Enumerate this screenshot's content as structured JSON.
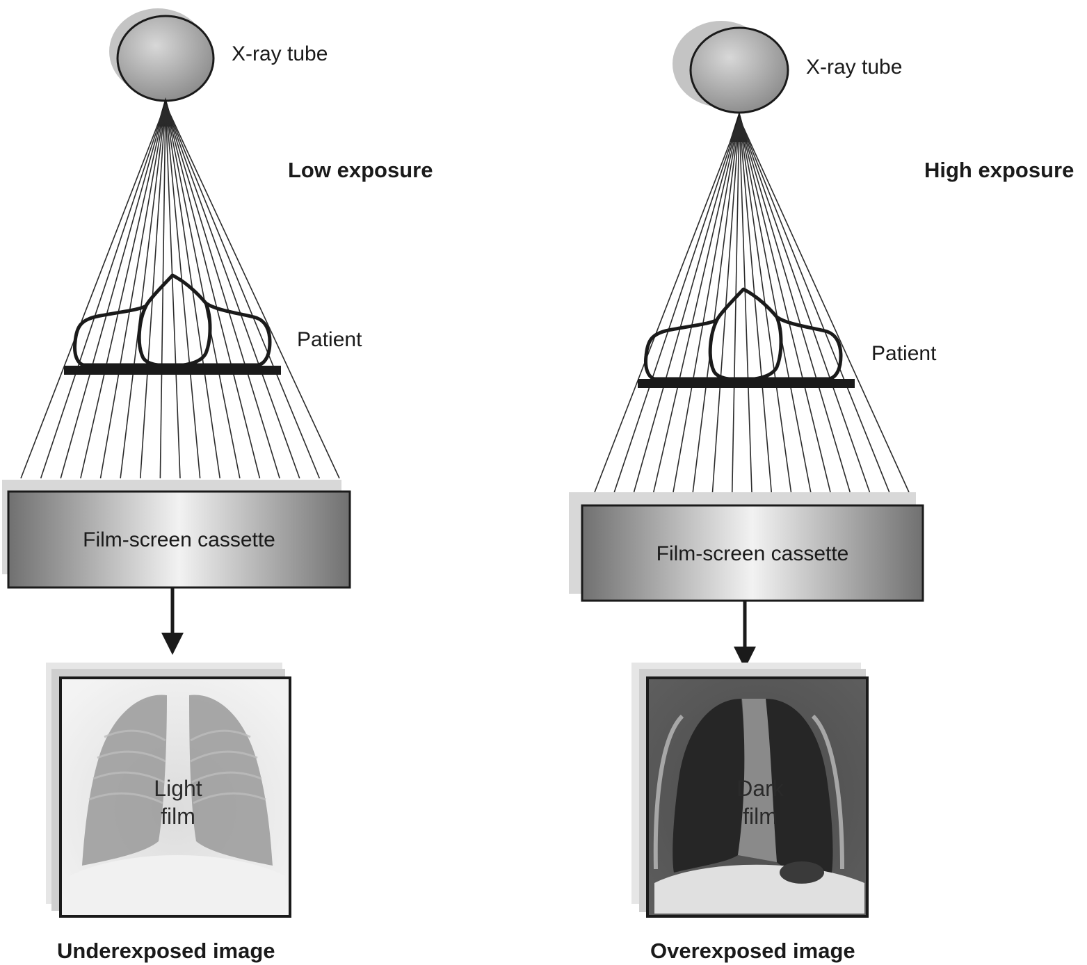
{
  "panels": [
    {
      "id": "low",
      "tube_label": "X-ray tube",
      "exposure_label": "Low exposure",
      "patient_label": "Patient",
      "cassette_label": "Film-screen cassette",
      "film_label_line1": "Light",
      "film_label_line2": "film",
      "caption": "Underexposed image",
      "film_tone": "light"
    },
    {
      "id": "high",
      "tube_label": "X-ray tube",
      "exposure_label": "High exposure",
      "patient_label": "Patient",
      "cassette_label": "Film-screen cassette",
      "film_label_line1": "Dark",
      "film_label_line2": "film",
      "caption": "Overexposed image",
      "film_tone": "dark"
    }
  ],
  "colors": {
    "line": "#1a1a1a",
    "cassette_edge": "#6e6e6e",
    "cassette_center": "#f2f2f2",
    "light_film_bg": "#e9e9e9",
    "light_film_lung": "#8f8f8f",
    "dark_film_bg": "#3a3a3a",
    "dark_film_lung": "#2b2b2b"
  }
}
